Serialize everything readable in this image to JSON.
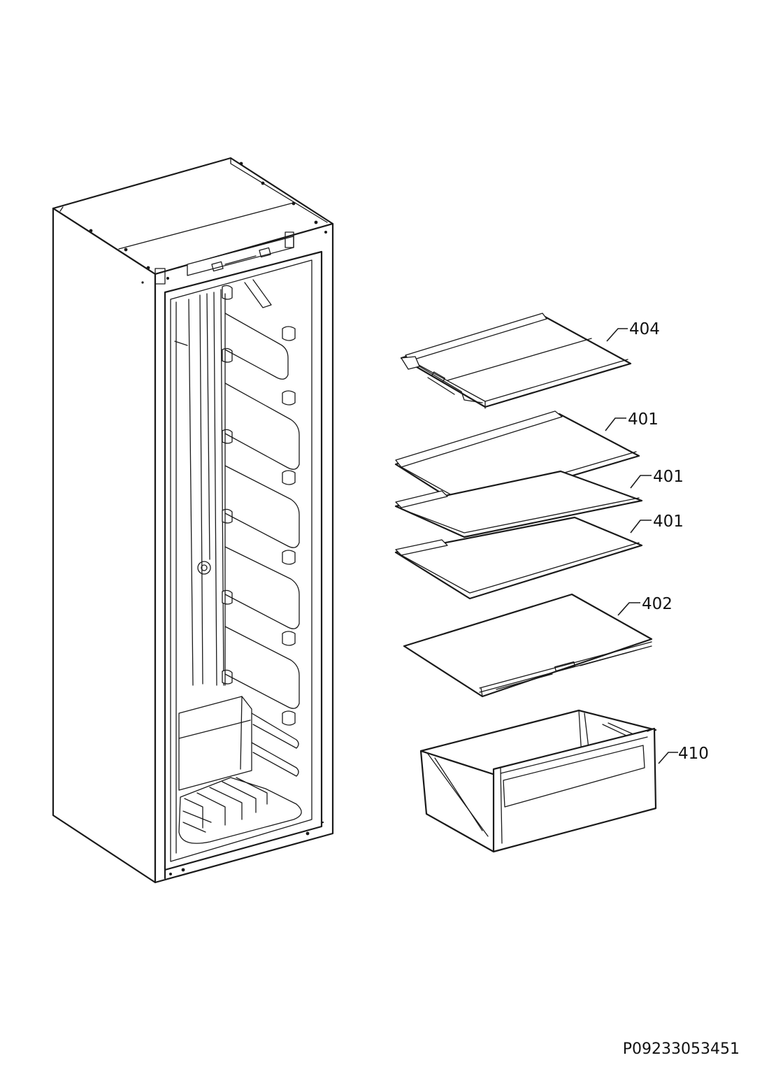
{
  "diagram": {
    "callouts": [
      {
        "id": "shelf-top",
        "label": "404"
      },
      {
        "id": "shelf-1",
        "label": "401"
      },
      {
        "id": "shelf-2",
        "label": "401"
      },
      {
        "id": "shelf-3",
        "label": "401"
      },
      {
        "id": "shelf-bottom",
        "label": "402"
      },
      {
        "id": "drawer",
        "label": "410"
      }
    ],
    "document_number": "P09233053451"
  }
}
